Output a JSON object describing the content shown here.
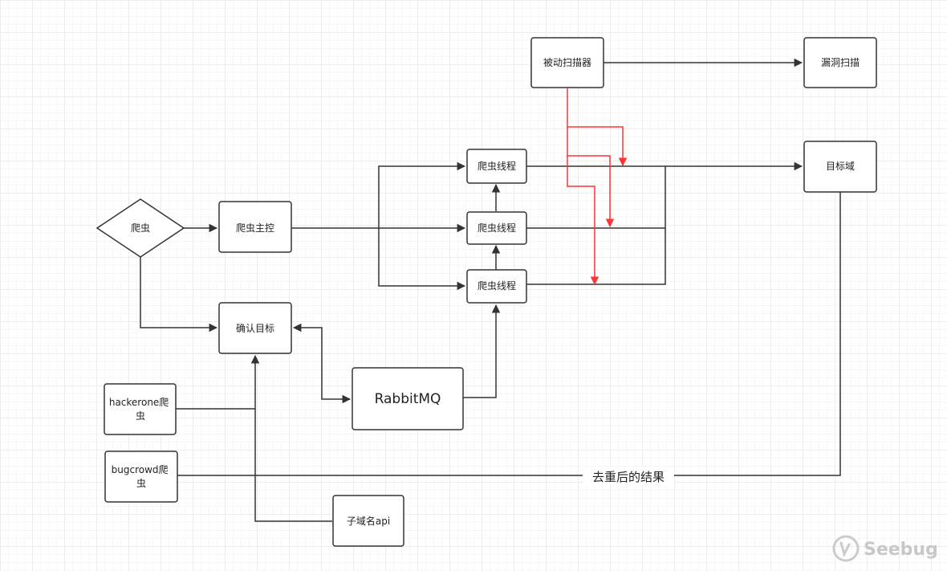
{
  "nodes": {
    "spider": "爬虫",
    "spider_master": "爬虫主控",
    "spider_thread_1": "爬虫线程",
    "spider_thread_2": "爬虫线程",
    "spider_thread_3": "爬虫线程",
    "confirm_target": "确认目标",
    "rabbitmq": "RabbitMQ",
    "hackerone_spider_line1": "hackerone爬",
    "hackerone_spider_line2": "虫",
    "bugcrowd_spider_line1": "bugcrowd爬",
    "bugcrowd_spider_line2": "虫",
    "subdomain_api": "子域名api",
    "passive_scanner": "被动扫描器",
    "vuln_scan": "漏洞扫描",
    "target_domain": "目标域"
  },
  "edges": {
    "dedup_label": "去重后的结果"
  },
  "colors": {
    "stroke": "#333333",
    "red_edge": "#ff3333",
    "grid": "#ececec"
  },
  "watermark": {
    "text": "Seebug",
    "icon": "seebug-logo-icon"
  }
}
